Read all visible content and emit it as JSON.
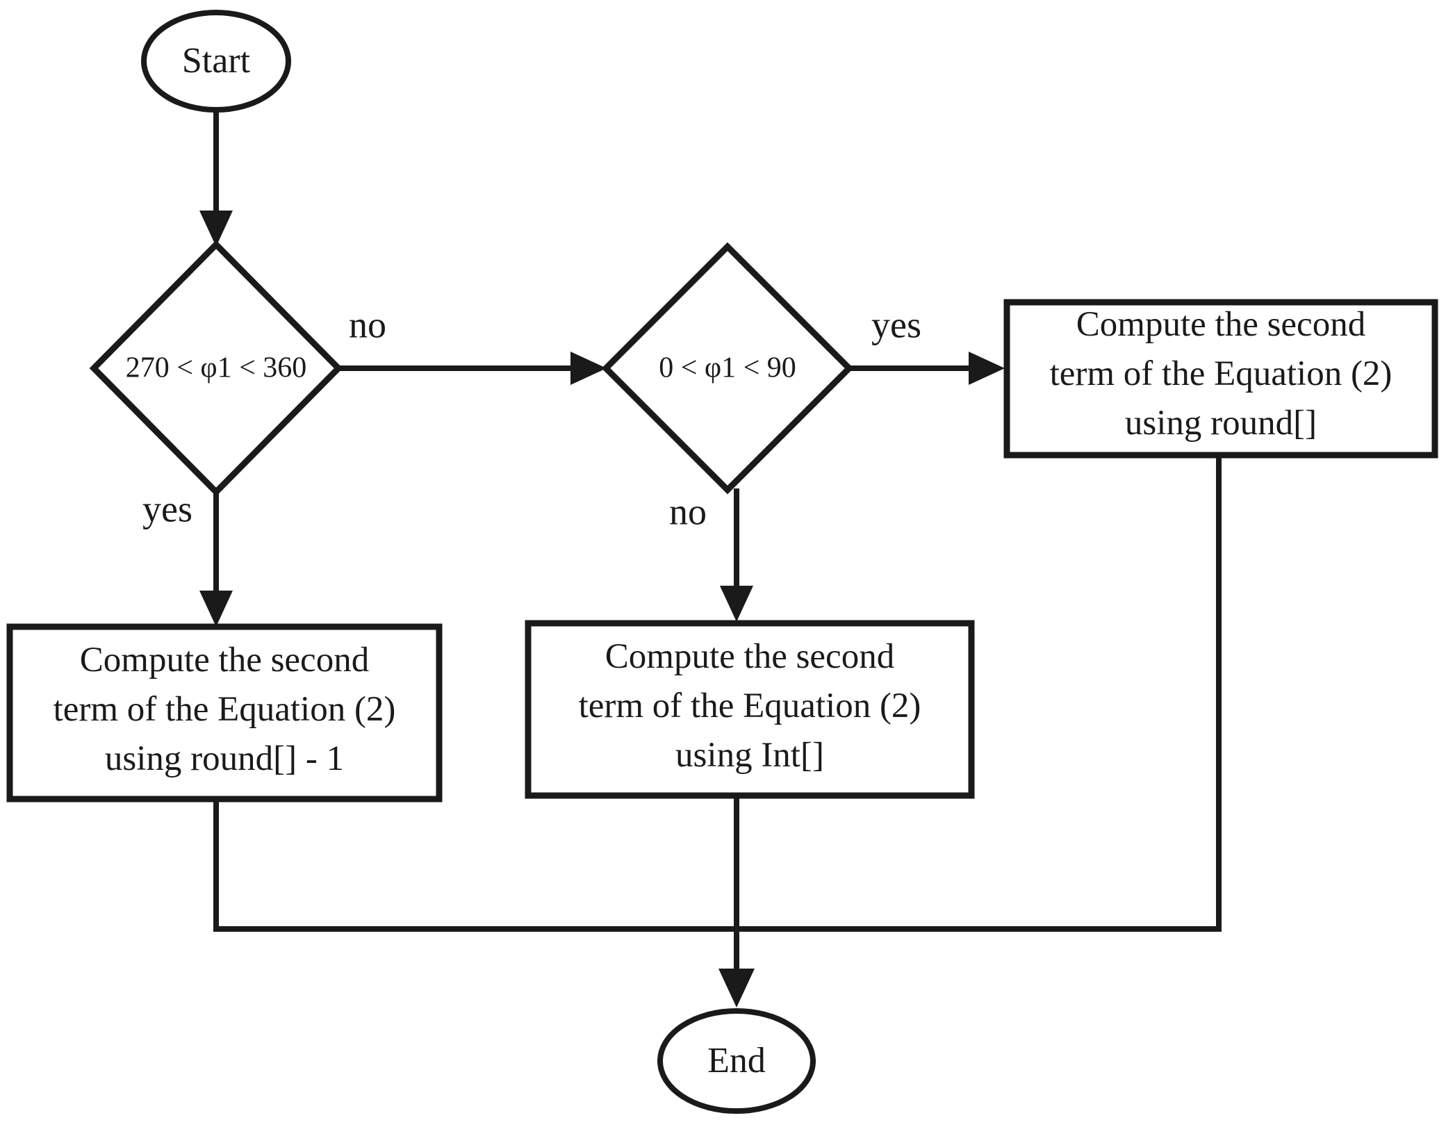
{
  "diagram": {
    "type": "flowchart",
    "title": "",
    "nodes": {
      "start": {
        "shape": "ellipse",
        "label": "Start"
      },
      "decision1": {
        "shape": "diamond",
        "label": "270 < φ1 < 360"
      },
      "decision2": {
        "shape": "diamond",
        "label": "0 < φ1 < 90"
      },
      "process_round_minus_one": {
        "shape": "rectangle",
        "line1": "Compute the second",
        "line2": "term of the Equation (2)",
        "line3": "using round[] - 1"
      },
      "process_int": {
        "shape": "rectangle",
        "line1": "Compute the second",
        "line2": "term of the Equation (2)",
        "line3": "using Int[]"
      },
      "process_round": {
        "shape": "rectangle",
        "line1": "Compute the second",
        "line2": "term of the Equation (2)",
        "line3": "using round[]"
      },
      "end": {
        "shape": "ellipse",
        "label": "End"
      }
    },
    "edge_labels": {
      "d1_no": "no",
      "d1_yes": "yes",
      "d2_yes": "yes",
      "d2_no": "no"
    },
    "colors": {
      "stroke": "#1a1a1a",
      "fill": "#ffffff",
      "text": "#1a1a1a",
      "background": "#ffffff"
    }
  }
}
